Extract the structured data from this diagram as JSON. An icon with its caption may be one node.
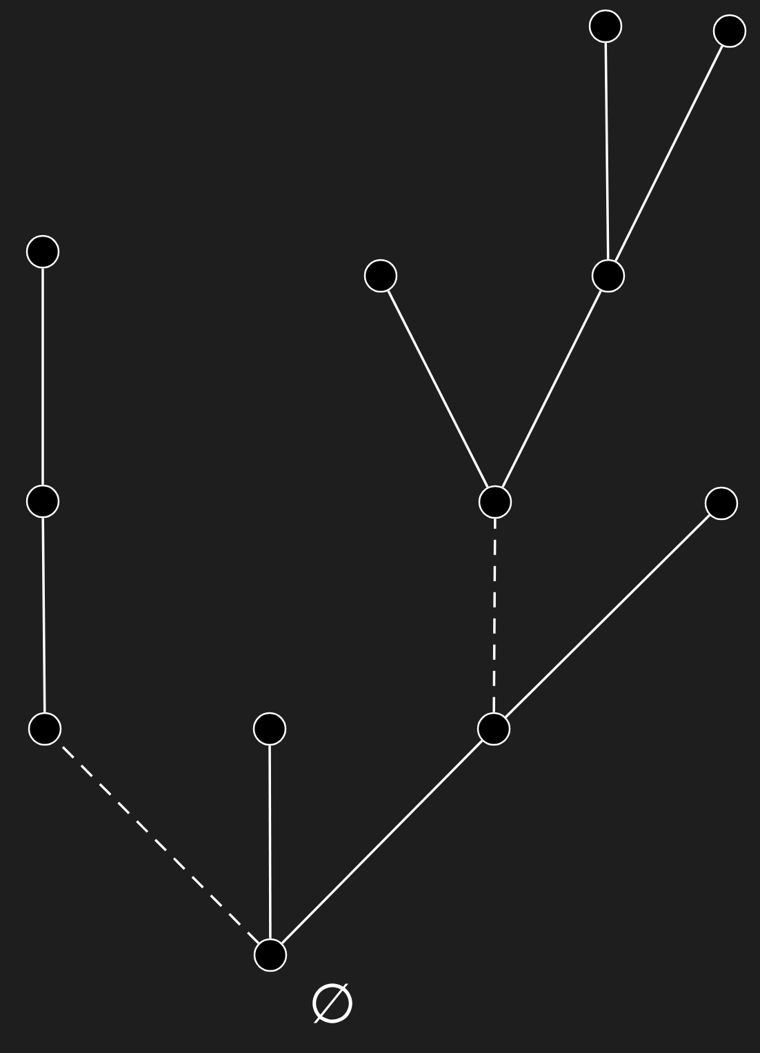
{
  "diagram": {
    "nodes": [
      {
        "text": [],
        "shape": "circle"
      },
      {
        "text": [],
        "shape": "circle"
      },
      {
        "text": [],
        "shape": "circle"
      },
      {
        "text": [],
        "shape": "circle"
      },
      {
        "text": [],
        "shape": "circle"
      },
      {
        "text": [],
        "shape": "circle"
      },
      {
        "text": [],
        "shape": "circle"
      },
      {
        "text": [],
        "shape": "circle"
      },
      {
        "text": [],
        "shape": "circle"
      },
      {
        "text": [],
        "shape": "circle"
      },
      {
        "text": [],
        "shape": "circle"
      },
      {
        "text": [],
        "shape": "circle",
        "beside": [
          "∅"
        ]
      }
    ],
    "edges": [
      {
        "from": 4,
        "to": 0,
        "arrow": "none"
      },
      {
        "from": 4,
        "to": 1,
        "arrow": "none"
      },
      {
        "from": 6,
        "to": 3,
        "arrow": "none"
      },
      {
        "from": 6,
        "to": 4,
        "arrow": "none"
      },
      {
        "from": 2,
        "to": 5,
        "arrow": "none"
      },
      {
        "from": 5,
        "to": 8,
        "arrow": "none"
      },
      {
        "from": 10,
        "to": 6,
        "arrow": "none",
        "style": "dashed"
      },
      {
        "from": 10,
        "to": 7,
        "arrow": "none"
      },
      {
        "from": 11,
        "to": 8,
        "arrow": "none",
        "style": "dashed"
      },
      {
        "from": 11,
        "to": 9,
        "arrow": "none"
      },
      {
        "from": 11,
        "to": 10,
        "arrow": "none"
      }
    ]
  }
}
